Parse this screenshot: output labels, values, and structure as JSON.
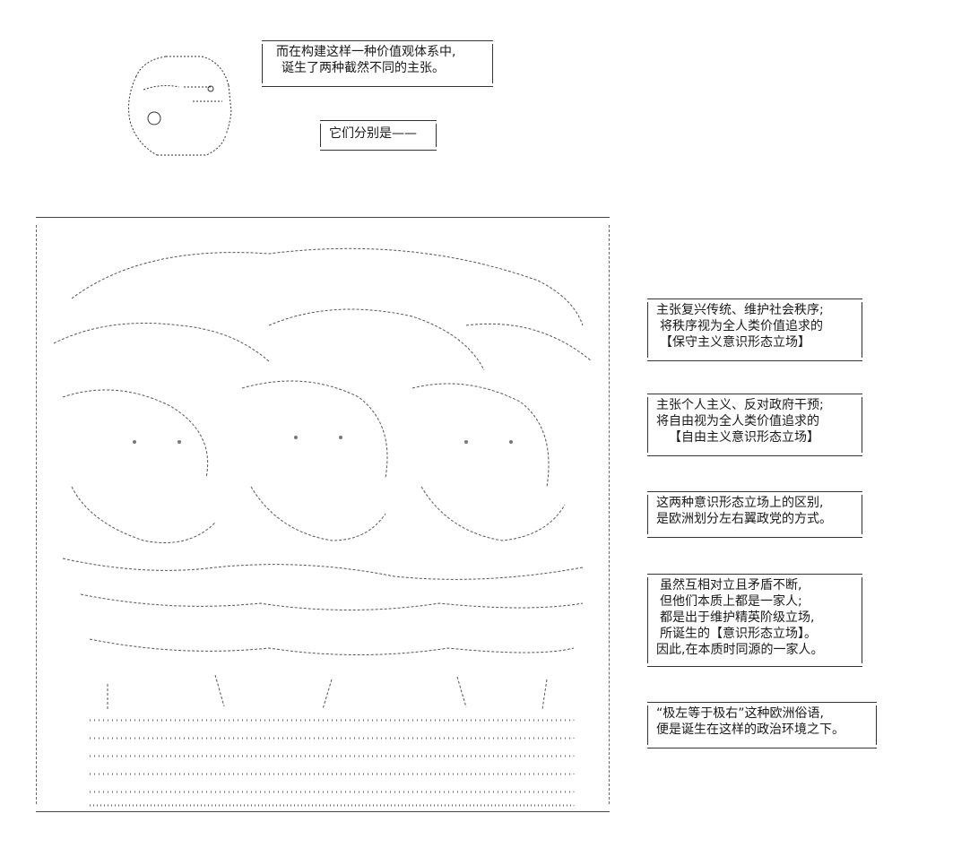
{
  "captions": {
    "intro": {
      "lines": [
        "而在构建这样一种价值观体系中,",
        "诞生了两种截然不同的主张。"
      ]
    },
    "those_are": {
      "lines": [
        "它们分别是——"
      ]
    },
    "conservative": {
      "lines": [
        "主张复兴传统、维护社会秩序;",
        "将秩序视为全人类价值追求的",
        "【保守主义意识形态立场】"
      ]
    },
    "liberal": {
      "lines": [
        "主张个人主义、反对政府干预;",
        "将自由视为全人类价值追求的",
        "【自由主义意识形态立场】"
      ]
    },
    "difference": {
      "lines": [
        "这两种意识形态立场上的区别,",
        "是欧洲划分左右翼政党的方式。"
      ]
    },
    "family": {
      "lines": [
        "虽然互相对立且矛盾不断,",
        "但他们本质上都是一家人;",
        "都是出于维护精英阶级立场,",
        "所诞生的【意识形态立场】。",
        "因此,在本质时同源的一家人。"
      ]
    },
    "proverb": {
      "lines": [
        "“极左等于极右”这种欧洲俗语,",
        "便是诞生在这样的政治环境之下。"
      ]
    }
  },
  "colors": {
    "ink": "#1a1a1a",
    "frame": "#444444",
    "background": "#ffffff"
  }
}
